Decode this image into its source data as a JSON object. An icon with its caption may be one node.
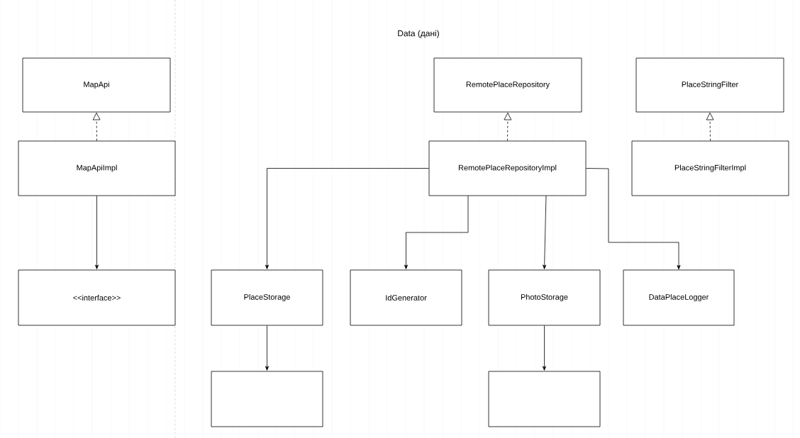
{
  "diagram": {
    "title": "Data (дані)",
    "nodes": [
      {
        "text": [
          "MapApi"
        ]
      },
      {
        "text": [
          "MapApiImpl"
        ]
      },
      {
        "text": [
          "<<interface>>"
        ]
      },
      {
        "text": [
          "RemotePlaceRepository"
        ]
      },
      {
        "text": [
          "RemotePlaceRepositoryImpl"
        ]
      },
      {
        "text": [
          "PlaceStringFilter"
        ]
      },
      {
        "text": [
          "PlaceStringFilterImpl"
        ]
      },
      {
        "text": [
          "PlaceStorage"
        ]
      },
      {
        "text": [
          "IdGenerator"
        ]
      },
      {
        "text": [
          "PhotoStorage"
        ]
      },
      {
        "text": [
          "DataPlaceLogger"
        ]
      },
      {
        "text": [],
        "shape": "box"
      },
      {
        "text": [],
        "shape": "box"
      }
    ],
    "edges": [
      {
        "from": 1,
        "to": 0,
        "arrow": "to",
        "style": "dashed"
      },
      {
        "from": 1,
        "to": 2,
        "arrow": "to"
      },
      {
        "from": 4,
        "to": 3,
        "arrow": "to",
        "style": "dashed"
      },
      {
        "from": 6,
        "to": 5,
        "arrow": "to",
        "style": "dashed"
      },
      {
        "from": 4,
        "to": 7,
        "arrow": "to"
      },
      {
        "from": 4,
        "to": 8,
        "arrow": "to"
      },
      {
        "from": 4,
        "to": 9,
        "arrow": "to"
      },
      {
        "from": 4,
        "to": 10,
        "arrow": "to"
      },
      {
        "from": 7,
        "to": 11,
        "arrow": "to"
      },
      {
        "from": 9,
        "to": 12,
        "arrow": "to"
      }
    ]
  }
}
